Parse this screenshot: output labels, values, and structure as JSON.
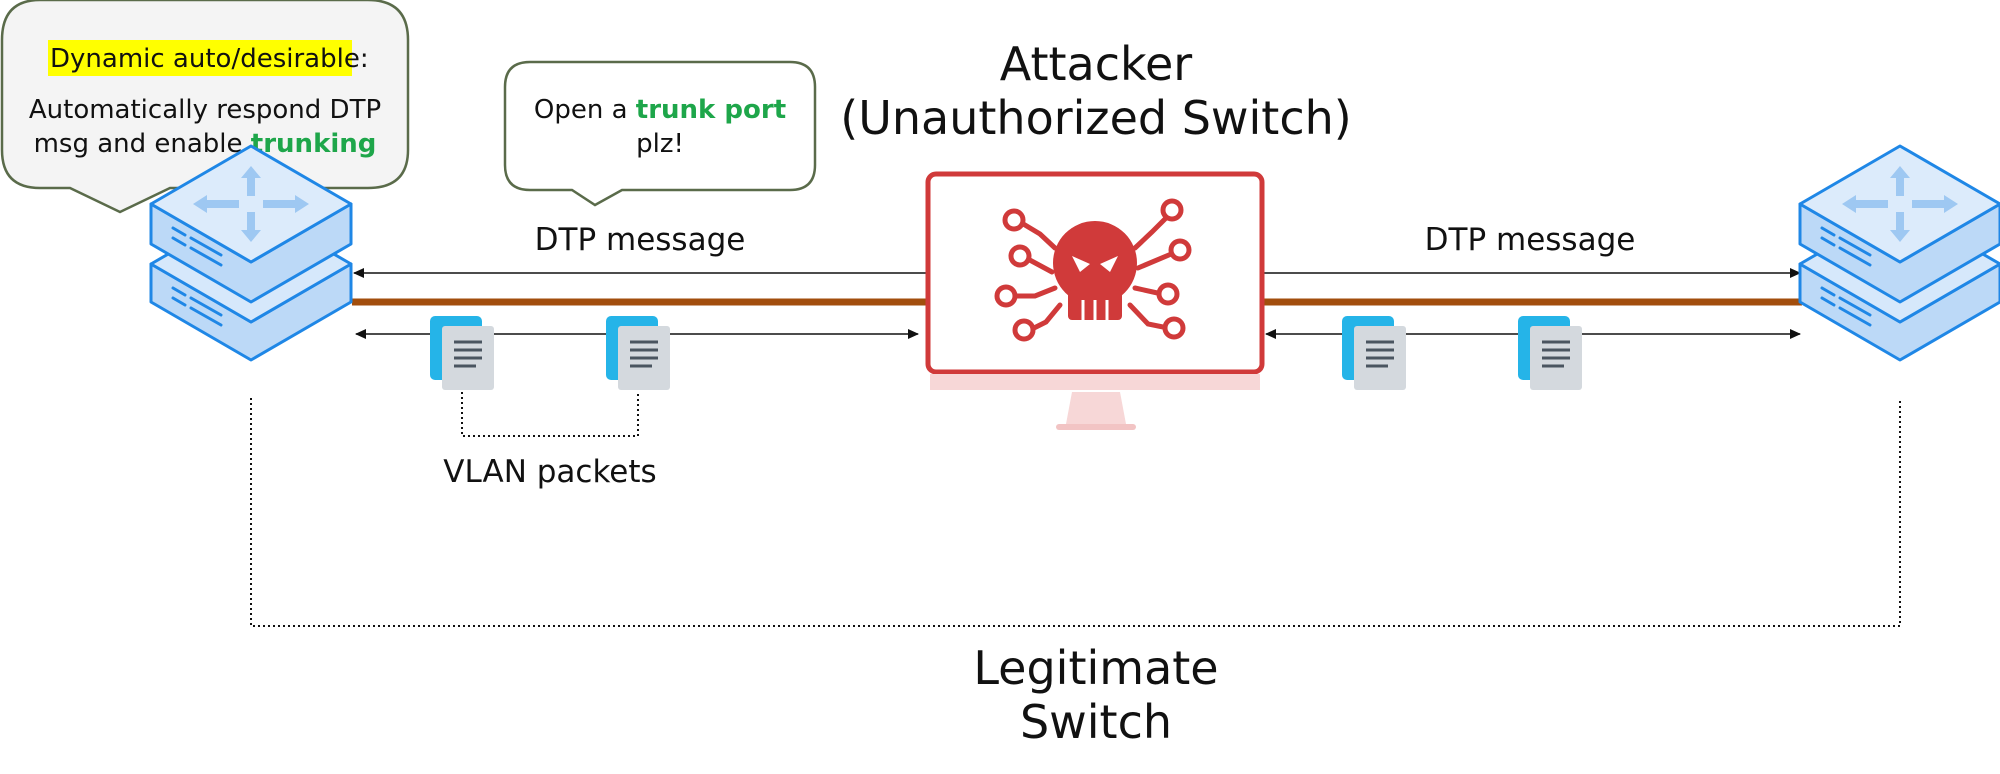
{
  "bubble_left": {
    "highlight": "Dynamic auto/desirable",
    "highlight_suffix": ":",
    "line2": "Automatically respond DTP",
    "line3_prefix": "msg and enable ",
    "line3_green": "trunking"
  },
  "bubble_mid": {
    "line1_prefix": "Open a ",
    "line1_green": "trunk port",
    "line2": "plz!"
  },
  "attacker": {
    "line1": "Attacker",
    "line2": "(Unauthorized Switch)"
  },
  "labels": {
    "dtp_left": "DTP message",
    "dtp_right": "DTP message",
    "vlan_packets": "VLAN packets",
    "legit_line1": "Legitimate",
    "legit_line2": "Switch"
  },
  "colors": {
    "switch_blue": "#1f87e6",
    "switch_fill": "#bcd9f7",
    "attacker_red": "#d03a3a",
    "trunk_brown": "#a24e0d",
    "highlight_yellow": "#ffff00",
    "green_text": "#1ea64a",
    "bubble_border": "#5a6b4a",
    "doc_blue": "#25b4e8",
    "doc_gray": "#d4d9de"
  }
}
